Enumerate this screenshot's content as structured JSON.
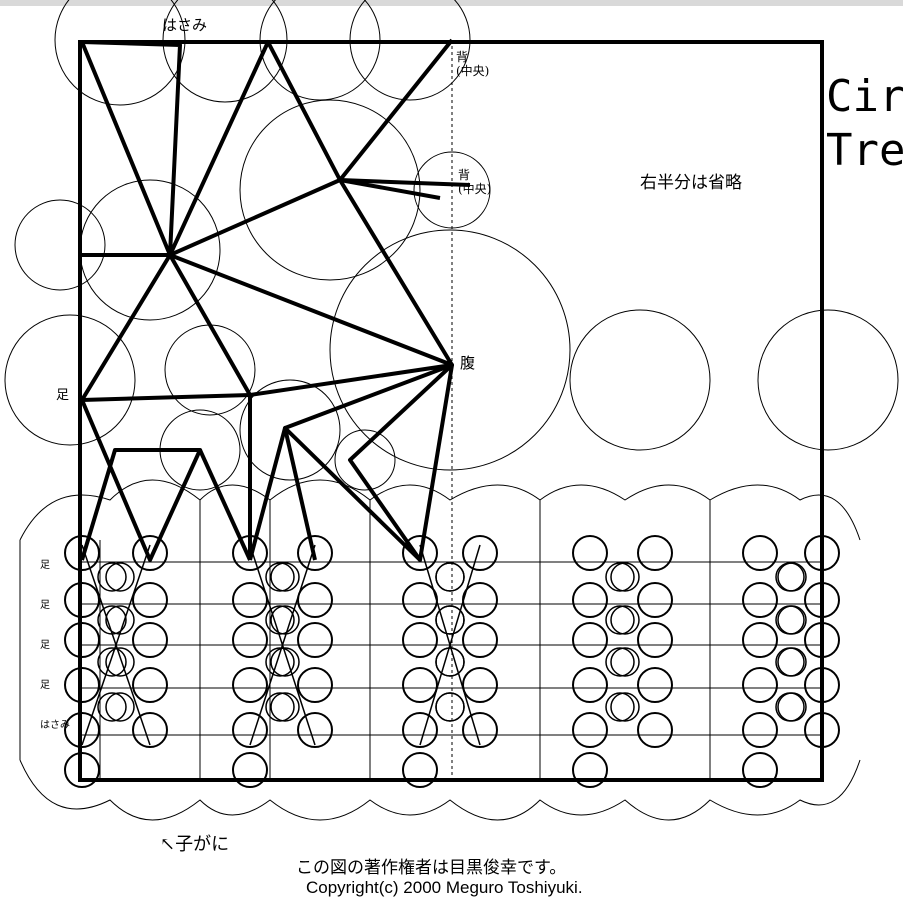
{
  "title_lines": [
    "Cir",
    "Tre"
  ],
  "note": "右半分は省略",
  "handwritten": {
    "top": "はさみ",
    "right_upper": "背\n(中央)",
    "right_middle": "背\n(中央)",
    "belly": "腹",
    "leg": "足",
    "bottom_left": "↖子がに"
  },
  "left_row_labels": [
    "足",
    "足",
    "足",
    "足",
    "はさみ"
  ],
  "credit_jp": "この図の著作権者は目黒俊幸です。",
  "credit_en": "Copyright(c) 2000 Meguro Toshiyuki."
}
